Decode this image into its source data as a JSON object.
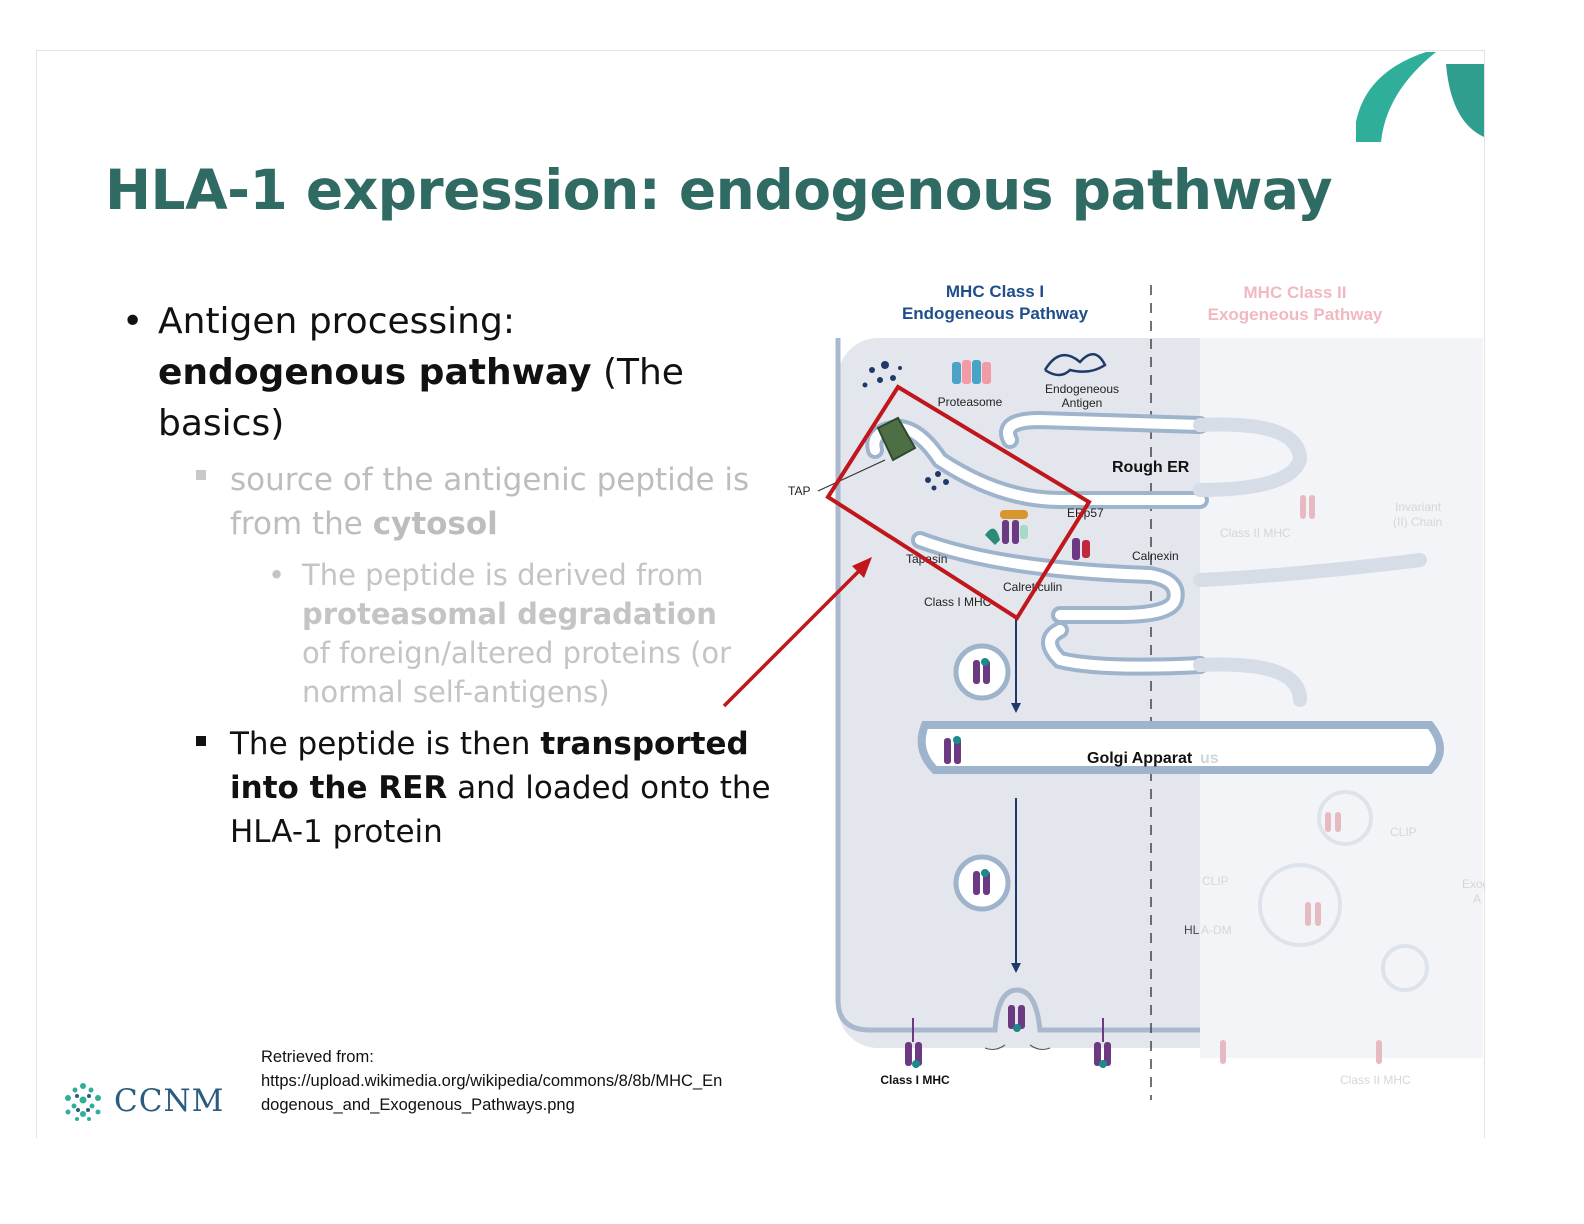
{
  "slide": {
    "title": "HLA-1 expression: endogenous pathway",
    "colors": {
      "title": "#2f6a63",
      "accent_teal": "#2fae9a",
      "accent_green": "#4ea0a0",
      "highlight_red": "#c0161c"
    }
  },
  "bullets": {
    "b1": {
      "prefix": "Antigen processing: ",
      "bold": "endogenous pathway",
      "suffix": " (The basics)"
    },
    "b2": {
      "prefix": "source of the antigenic peptide is from the ",
      "bold": "cytosol",
      "suffix": ""
    },
    "b3": {
      "prefix": "The peptide is derived from ",
      "bold": "proteasomal degradation",
      "suffix": " of foreign/altered proteins (or normal self-antigens)"
    },
    "b4": {
      "prefix": "The peptide is then ",
      "bold": "transported into the RER",
      "suffix": " and loaded onto the HLA-1 protein"
    }
  },
  "caption": {
    "line1": "Retrieved from:",
    "line2": "https://upload.wikimedia.org/wikipedia/commons/8/8b/MHC_En",
    "line3": "dogenous_and_Exogenous_Pathways.png"
  },
  "logo": {
    "text": "CCNM"
  },
  "figure": {
    "left_header_1": "MHC Class I",
    "left_header_2": "Endogeneous Pathway",
    "right_header_1": "MHC Class II",
    "right_header_2": "Exogeneous Pathway",
    "labels": {
      "proteasome": "Proteasome",
      "endog_1": "Endogeneous",
      "endog_2": "Antigen",
      "rough_er": "Rough ER",
      "tap": "TAP",
      "erp57": "ERp57",
      "tapasin": "Tapasin",
      "calnexin": "Calnexin",
      "calreticulin": "Calreticulin",
      "class1_mhc_inner": "Class I MHC",
      "golgi_1": "Golgi Apparat",
      "golgi_2": "us",
      "class1_mhc_bottom": "Class I MHC",
      "class2_mhc_mid": "Class II MHC",
      "invariant_1": "Invariant",
      "invariant_2": "(II) Chain",
      "clip_1": "CLIP",
      "clip_2": "CLIP",
      "hla_1": "HL",
      "hla_2": "A-DM",
      "exog_1": "Exog",
      "exog_2": "A",
      "class2_mhc_bottom": "Class II MHC"
    }
  }
}
